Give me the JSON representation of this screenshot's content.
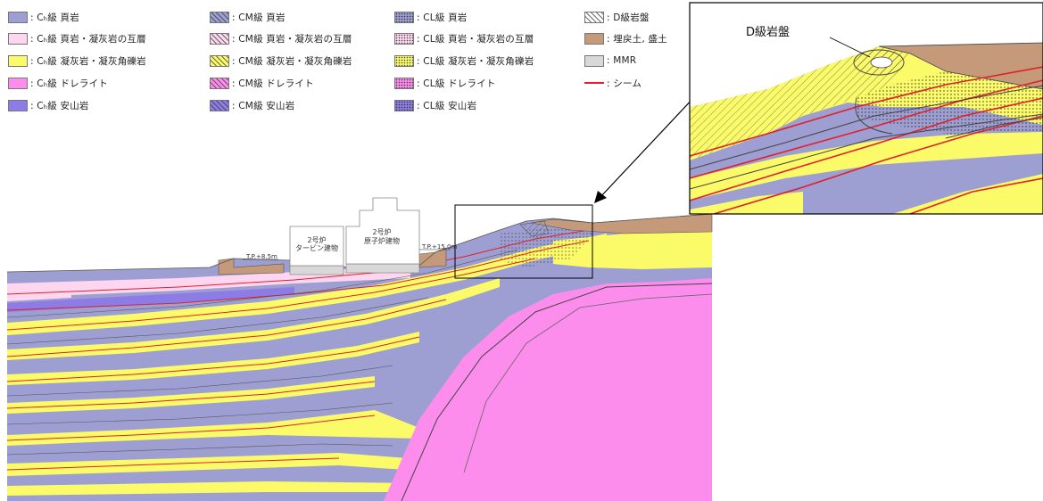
{
  "legend": [
    {
      "label": ": Cₕ級 頁岩",
      "fill": "#9d9ed1",
      "pattern": "none"
    },
    {
      "label": ": Cₕ級 頁岩・凝灰岩の互層",
      "fill": "#ffd6f0",
      "pattern": "none"
    },
    {
      "label": ": Cₕ級 凝灰岩・凝灰角礫岩",
      "fill": "#fbfb6a",
      "pattern": "none"
    },
    {
      "label": ": Cₕ級 ドレライト",
      "fill": "#fc8dec",
      "pattern": "none"
    },
    {
      "label": ": Cₕ級 安山岩",
      "fill": "#8d7be6",
      "pattern": "none"
    },
    {
      "label": ": CM級 頁岩",
      "fill": "#9d9ed1",
      "pattern": "hatch"
    },
    {
      "label": ": CM級 頁岩・凝灰岩の互層",
      "fill": "#ffd6f0",
      "pattern": "hatch"
    },
    {
      "label": ": CM級 凝灰岩・凝灰角礫岩",
      "fill": "#fbfb6a",
      "pattern": "hatch"
    },
    {
      "label": ": CM級 ドレライト",
      "fill": "#fc8dec",
      "pattern": "hatch"
    },
    {
      "label": ": CM級 安山岩",
      "fill": "#8d7be6",
      "pattern": "hatch"
    },
    {
      "label": ": CL級 頁岩",
      "fill": "#9d9ed1",
      "pattern": "dots"
    },
    {
      "label": ": CL級 頁岩・凝灰岩の互層",
      "fill": "#ffd6f0",
      "pattern": "dots"
    },
    {
      "label": ": CL級 凝灰岩・凝灰角礫岩",
      "fill": "#fbfb6a",
      "pattern": "dots"
    },
    {
      "label": ": CL級 ドレライト",
      "fill": "#fc8dec",
      "pattern": "dots"
    },
    {
      "label": ": CL級 安山岩",
      "fill": "#8d7be6",
      "pattern": "dots"
    },
    {
      "label": ": D級岩盤",
      "fill": "#ffffff",
      "pattern": "hatch"
    },
    {
      "label": ": 埋戻土, 盛土",
      "fill": "#c49a7a",
      "pattern": "none"
    },
    {
      "label": ": MMR",
      "fill": "#d8d8d8",
      "pattern": "none"
    },
    {
      "label": ": シーム",
      "fill": "#e0202a",
      "pattern": "line"
    }
  ],
  "buildings": {
    "turbine_label_1": "2号炉",
    "turbine_label_2": "タービン建物",
    "reactor_label_1": "2号炉",
    "reactor_label_2": "原子炉建物"
  },
  "elevations": {
    "left": "T.P.+8.5m",
    "right": "T.P.+15.0m"
  },
  "inset": {
    "label": "D級岩盤"
  },
  "colors": {
    "shale": "#9d9ed1",
    "tuff": "#fbfb6a",
    "interbed": "#ffd6f0",
    "dolerite": "#fc8dec",
    "andesite": "#8d7be6",
    "fill_soil": "#c49a7a",
    "mmr": "#d8d8d8",
    "seam": "#e0202a"
  }
}
